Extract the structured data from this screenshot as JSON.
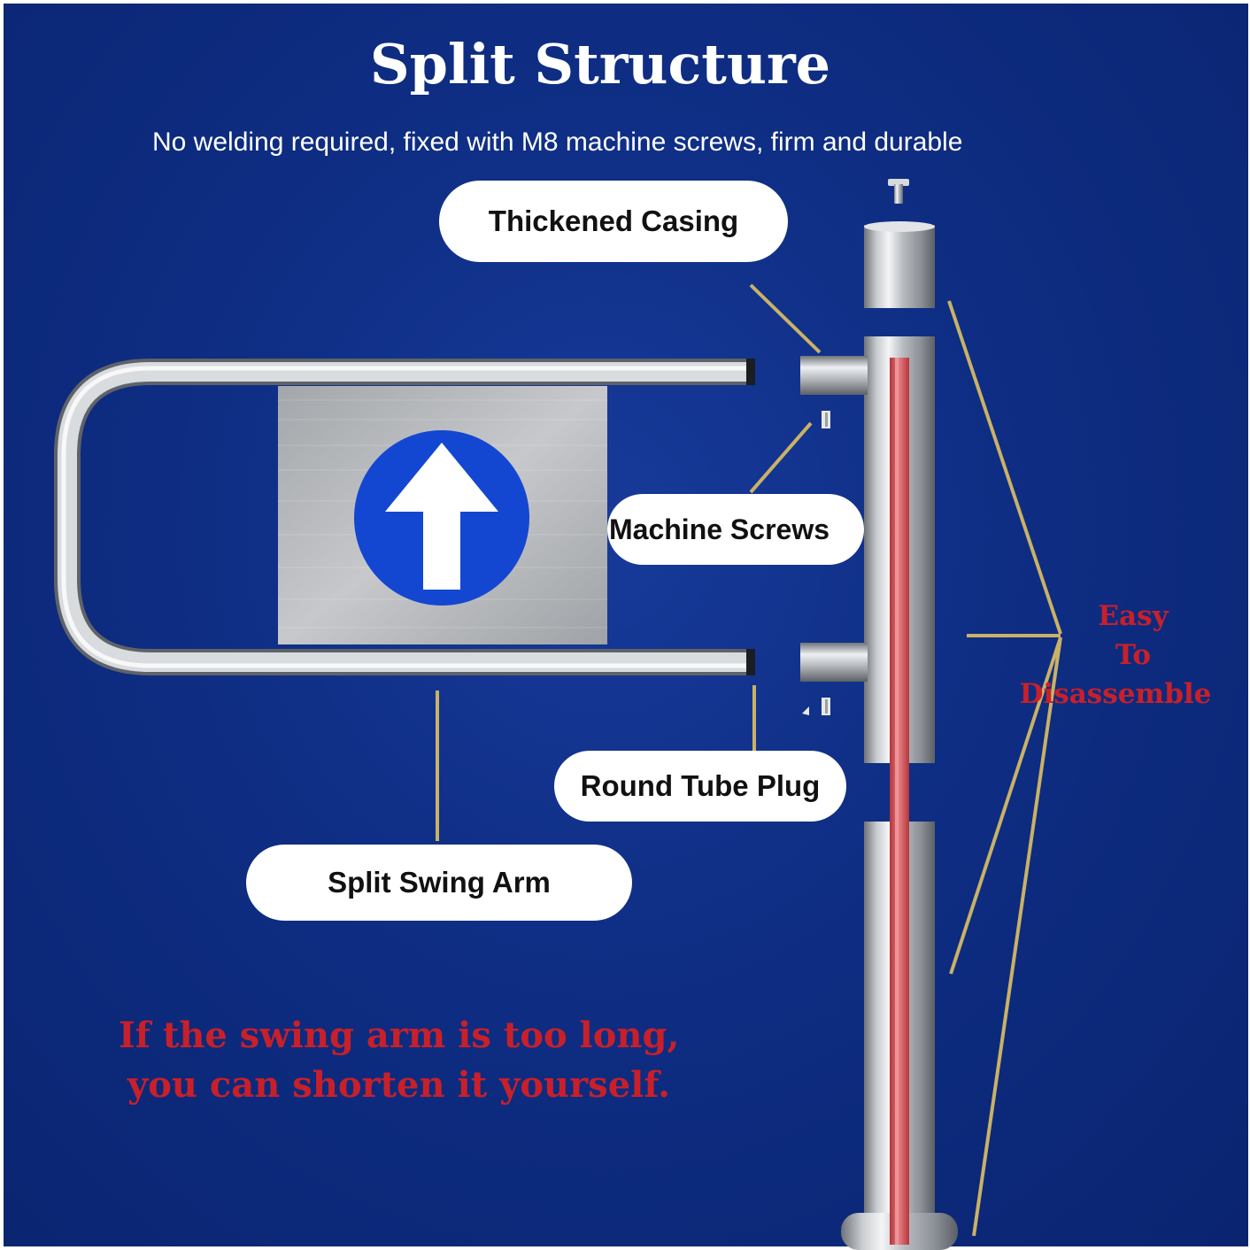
{
  "header": {
    "title": "Split Structure",
    "subtitle": "No welding required, fixed with M8 machine screws, firm and durable"
  },
  "callouts": {
    "thickened_casing": "Thickened Casing",
    "machine_screws": "Machine Screws",
    "round_tube_plug": "Round Tube Plug",
    "split_swing_arm": "Split Swing Arm"
  },
  "side_note": {
    "line1": "Easy",
    "line2": "To",
    "line3": "Disassemble"
  },
  "bottom_note": {
    "line1": "If the swing arm is too long,",
    "line2": "you can shorten it yourself."
  },
  "sign": {
    "icon": "up-arrow-icon"
  },
  "colors": {
    "background": "#0e2d83",
    "callout_bg": "#ffffff",
    "note_red": "#c8202a",
    "leader_line": "#c9b266",
    "sign_blue": "#1447d1"
  }
}
